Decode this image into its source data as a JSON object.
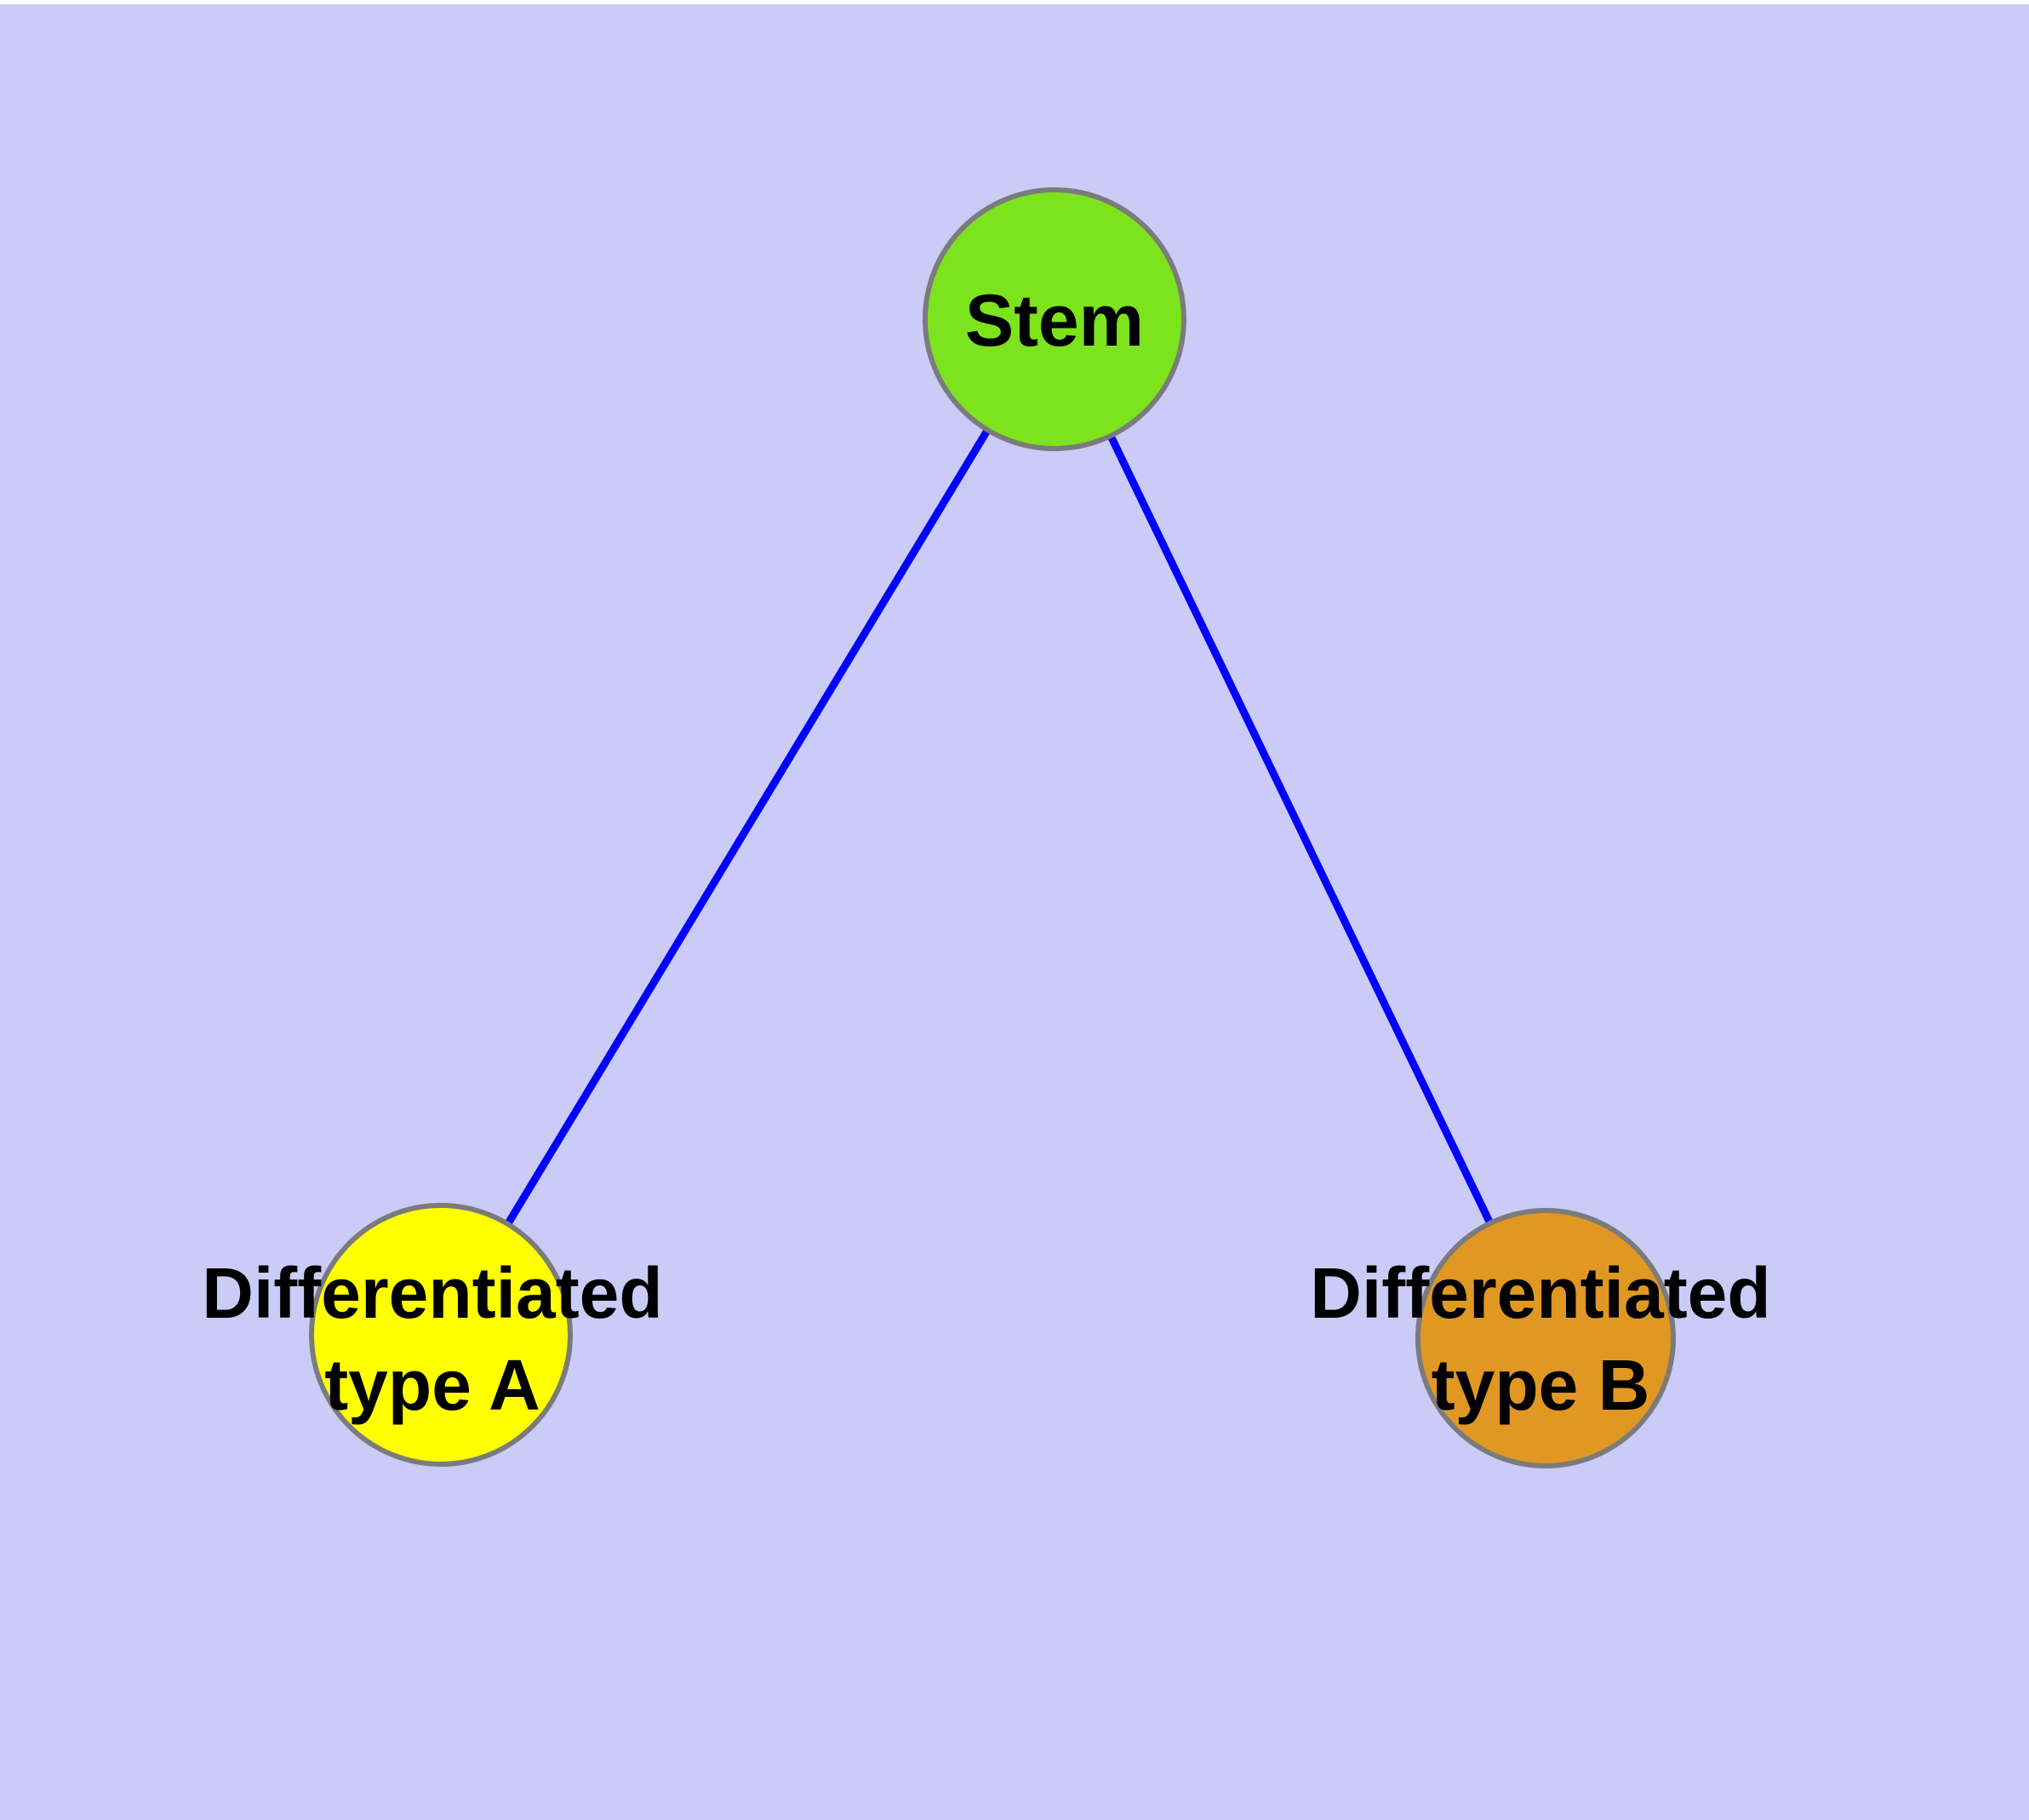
{
  "diagram": {
    "title": "",
    "page_color": "#ffffff",
    "background_color": "#cbcbf8",
    "edge_color": "#0202fa",
    "node_border_color": "#7b7b7b",
    "label_color": "#000000",
    "nodes": [
      {
        "id": "stem",
        "label": "Stem",
        "label_line1": "Stem",
        "label_line2": "",
        "color": "#7de31c"
      },
      {
        "id": "type-a",
        "label": "Differentiated type A",
        "label_line1": "Differentiated",
        "label_line2": "type A",
        "color": "#ffff00"
      },
      {
        "id": "type-b",
        "label": "Differentiated type B",
        "label_line1": "Differentiated",
        "label_line2": "type B",
        "color": "#e09822"
      }
    ],
    "edges": [
      {
        "from": "Stem",
        "to": "Differentiated type A"
      },
      {
        "from": "Stem",
        "to": "Differentiated type B"
      }
    ]
  }
}
